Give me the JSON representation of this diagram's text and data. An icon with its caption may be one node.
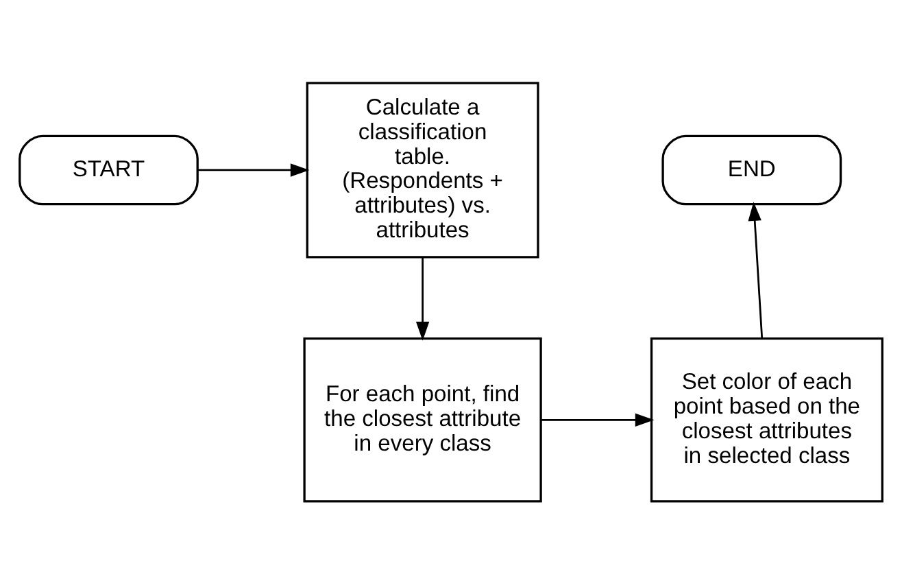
{
  "diagram": {
    "nodes": [
      {
        "text": [
          "START"
        ]
      },
      {
        "text": [
          "Calculate a classification table. (Respondents + attributes) vs. attributes"
        ]
      },
      {
        "text": [
          "END"
        ]
      },
      {
        "text": [
          "For each point, find the closest attribute in every class"
        ]
      },
      {
        "text": [
          "Set color of each point based on the closest attributes in selected class"
        ]
      }
    ],
    "edges": [
      {
        "from": 0,
        "to": 1,
        "arrow": "to"
      },
      {
        "from": 1,
        "to": 3,
        "arrow": "to"
      },
      {
        "from": 3,
        "to": 4,
        "arrow": "to"
      },
      {
        "from": 4,
        "to": 2,
        "arrow": "to"
      }
    ]
  }
}
